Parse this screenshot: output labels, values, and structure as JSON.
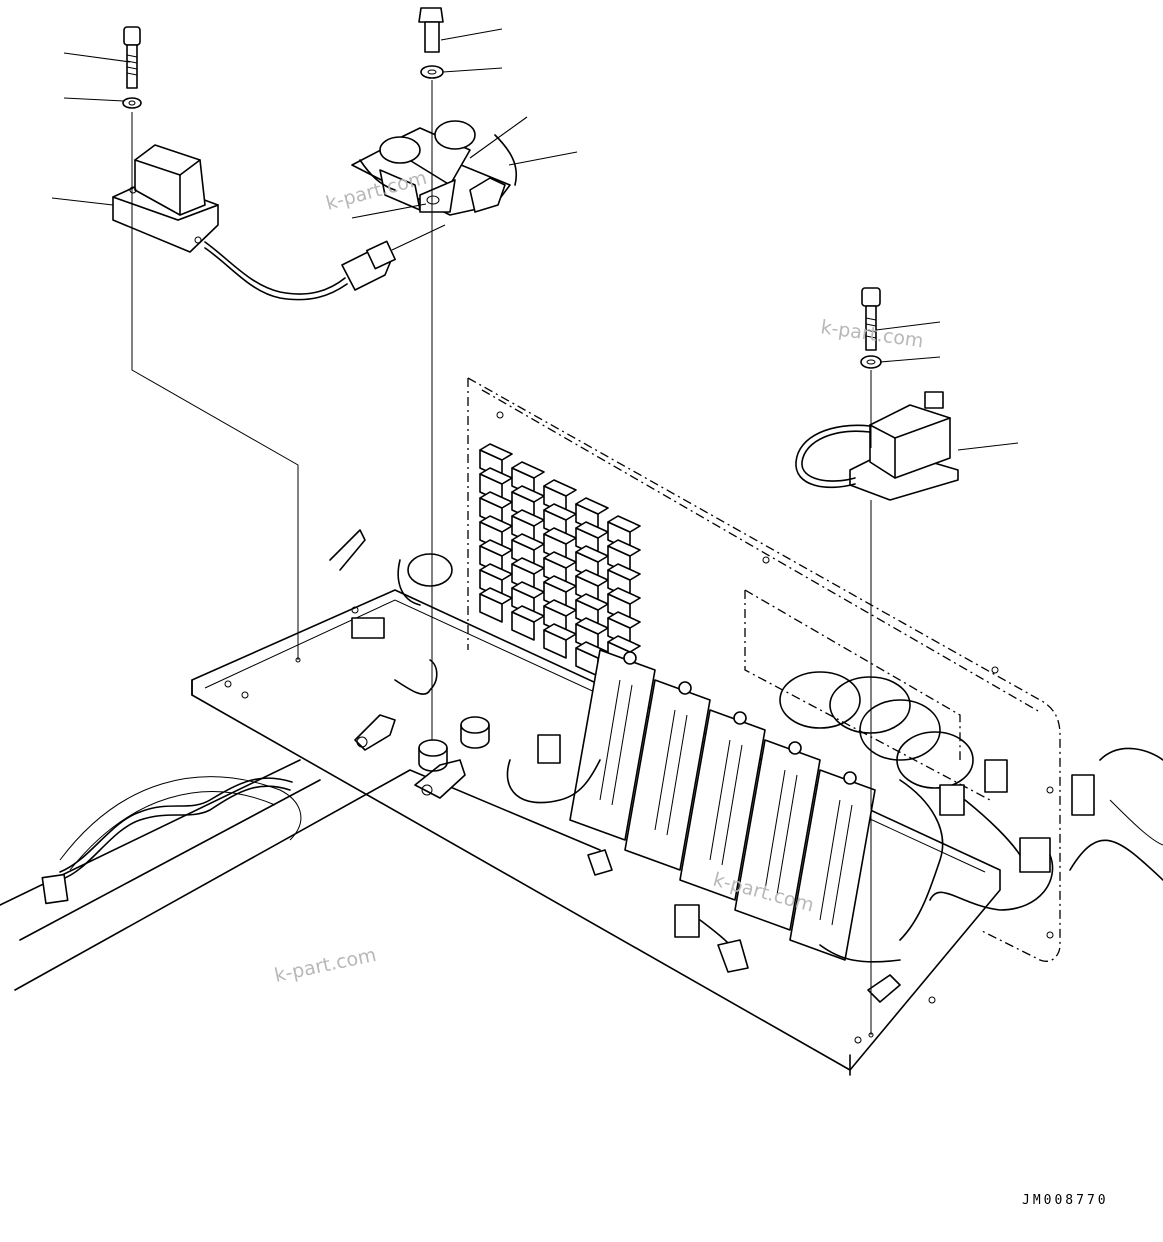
{
  "drawing": {
    "code": "JM008770",
    "watermarks": [
      "k-part.com",
      "k-part.com",
      "k-part.com",
      "k-part.com"
    ]
  }
}
